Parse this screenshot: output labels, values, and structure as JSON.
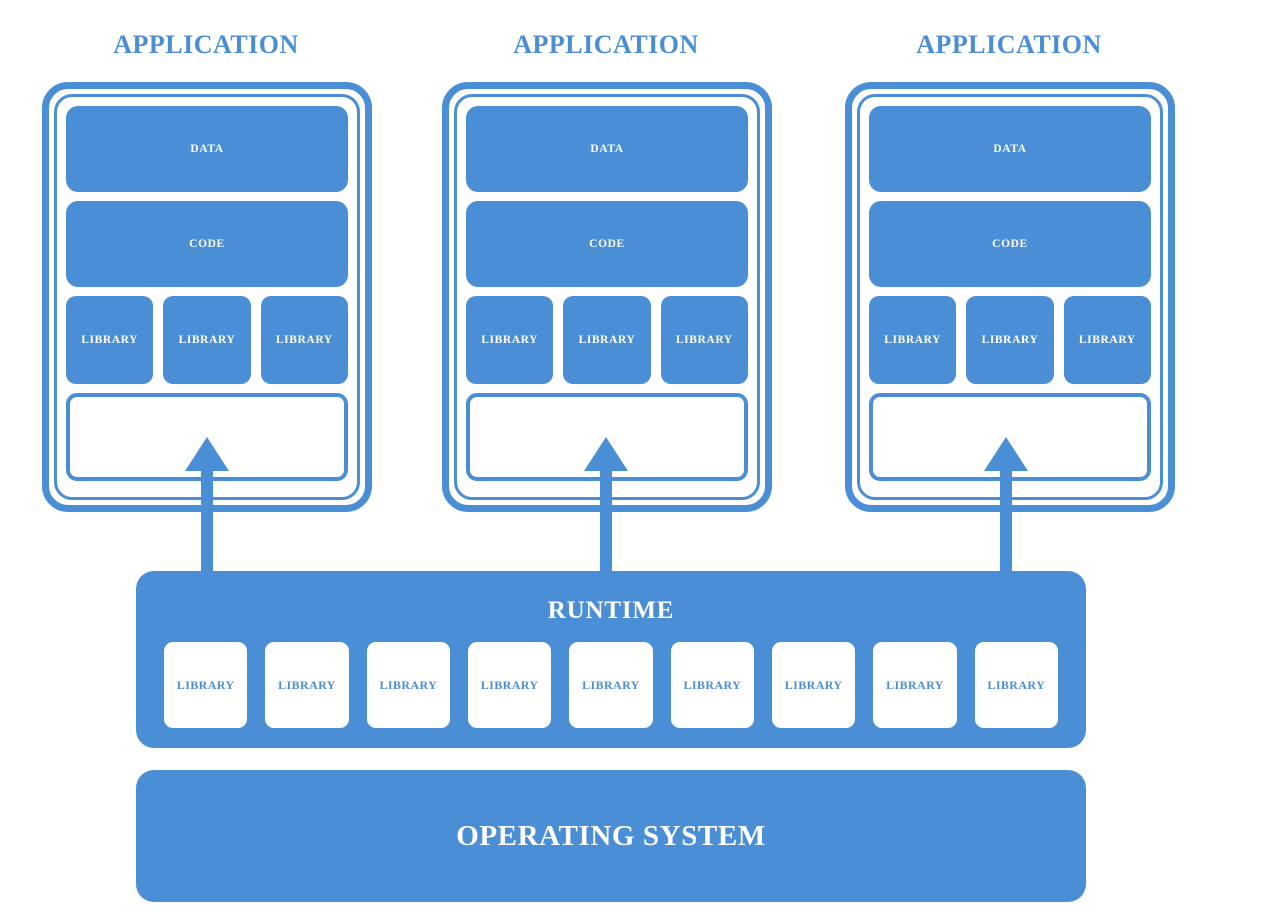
{
  "theme": {
    "accent": "#4a8ed6",
    "surface": "#ffffff"
  },
  "diagram": {
    "applications": [
      {
        "title": "APPLICATION",
        "data_label": "DATA",
        "code_label": "CODE",
        "libraries": [
          "LIBRARY",
          "LIBRARY",
          "LIBRARY"
        ],
        "slot_label": ""
      },
      {
        "title": "APPLICATION",
        "data_label": "DATA",
        "code_label": "CODE",
        "libraries": [
          "LIBRARY",
          "LIBRARY",
          "LIBRARY"
        ],
        "slot_label": ""
      },
      {
        "title": "APPLICATION",
        "data_label": "DATA",
        "code_label": "CODE",
        "libraries": [
          "LIBRARY",
          "LIBRARY",
          "LIBRARY"
        ],
        "slot_label": ""
      }
    ],
    "runtime": {
      "title": "RUNTIME",
      "libraries": [
        "LIBRARY",
        "LIBRARY",
        "LIBRARY",
        "LIBRARY",
        "LIBRARY",
        "LIBRARY",
        "LIBRARY",
        "LIBRARY",
        "LIBRARY"
      ]
    },
    "operating_system": {
      "title": "OPERATING SYSTEM"
    },
    "arrows": [
      {
        "from": "runtime",
        "to": "application-1",
        "direction": "up"
      },
      {
        "from": "runtime",
        "to": "application-2",
        "direction": "up"
      },
      {
        "from": "runtime",
        "to": "application-3",
        "direction": "up"
      }
    ]
  }
}
